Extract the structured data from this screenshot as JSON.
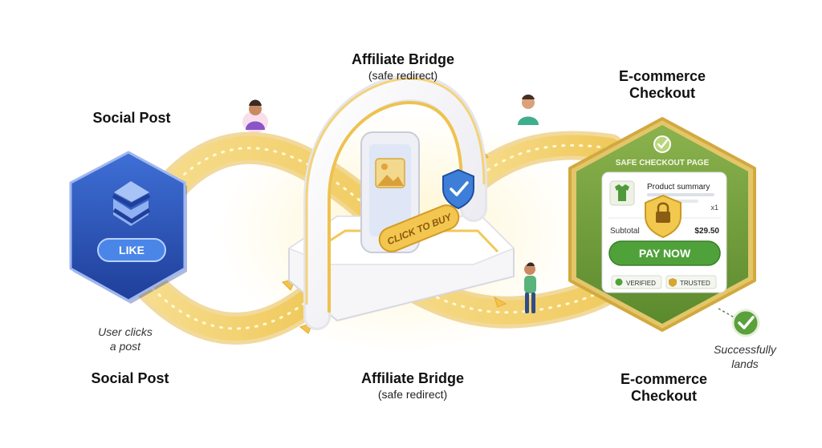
{
  "social": {
    "title_top": "Social Post",
    "title_bottom": "Social Post",
    "like_label": "LIKE",
    "note_line1": "User clicks",
    "note_line2": "a post",
    "icon": "s-logo-icon"
  },
  "bridge": {
    "title_top": "Affiliate Bridge",
    "sub_top": "(safe redirect)",
    "title_bottom": "Affiliate Bridge",
    "sub_bottom": "(safe redirect)",
    "cta_label": "CLICK TO BUY",
    "icons": [
      "image-icon",
      "shield-check-icon"
    ]
  },
  "checkout": {
    "title_top_line1": "E-commerce",
    "title_top_line2": "Checkout",
    "title_bottom_line1": "E-commerce",
    "title_bottom_line2": "Checkout",
    "page_header": "SAFE CHECKOUT PAGE",
    "product_summary": "Product summary",
    "quantity": "x1",
    "subtotal_label": "Subtotal",
    "subtotal_value": "$29.50",
    "pay_label": "PAY NOW",
    "badge_verified": "VERIFIED",
    "badge_trusted": "TRUSTED",
    "success_line1": "Successfully",
    "success_line2": "lands",
    "icons": [
      "check-circle-icon",
      "tshirt-icon",
      "lock-shield-icon",
      "success-check-icon"
    ]
  },
  "colors": {
    "social_blue": "#2f56b8",
    "path_gold": "#f1cf6b",
    "checkout_green": "#6f9a3a",
    "pay_green": "#4fa23a"
  }
}
